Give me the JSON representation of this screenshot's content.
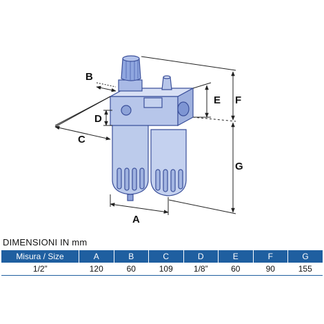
{
  "figure": {
    "labels": {
      "A": "A",
      "B": "B",
      "C": "C",
      "D": "D",
      "E": "E",
      "F": "F",
      "G": "G"
    },
    "colors": {
      "body": "#c9d4ef",
      "body_dark": "#8fa3d9",
      "line": "#3a4f9a",
      "dim_line": "#222222"
    }
  },
  "table": {
    "title": "DIMENSIONI IN mm",
    "header": [
      "Misura / Size",
      "A",
      "B",
      "C",
      "D",
      "E",
      "F",
      "G"
    ],
    "rows": [
      [
        "1/2”",
        "120",
        "60",
        "109",
        "1/8”",
        "60",
        "90",
        "155"
      ]
    ],
    "header_color": "#1f5fa0"
  }
}
